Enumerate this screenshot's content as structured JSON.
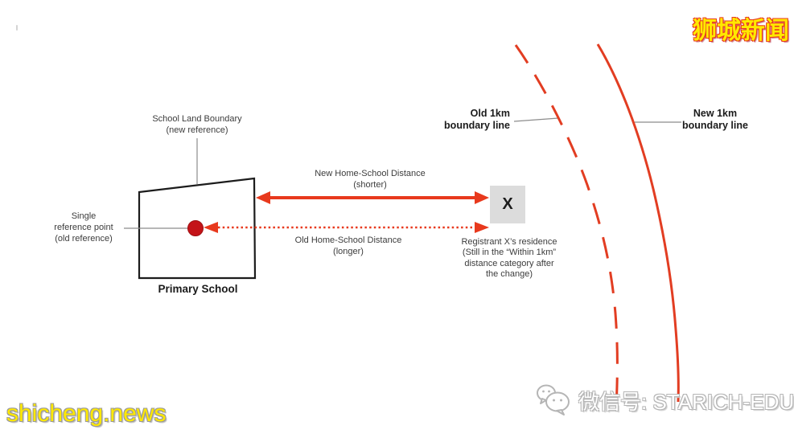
{
  "colors": {
    "accent_red": "#e8391d",
    "curve_red": "#e23d22",
    "dot_red": "#c41318",
    "line_gray": "#8c8c8c",
    "residence_box_gray": "#dcdcdc",
    "brand_yellow": "#ffe900"
  },
  "branding": {
    "site_logo_text": "狮城新闻",
    "site_watermark": "shicheng.news",
    "wechat_label": "微信号: STARICH-EDU",
    "wechat_icon": "wechat-bubbles-icon"
  },
  "diagram": {
    "school": {
      "boundary_label": "School Land Boundary\n(new reference)",
      "reference_point_label": "Single\nreference point\n(old reference)",
      "name": "Primary School"
    },
    "distances": {
      "new_label": "New Home-School Distance\n(shorter)",
      "old_label": "Old Home-School Distance\n(longer)"
    },
    "boundaries": {
      "old_label": "Old 1km\nboundary line",
      "new_label": "New 1km\nboundary line"
    },
    "residence": {
      "marker": "X",
      "caption": "Registrant X’s residence\n(Still in the “Within 1km”\ndistance category after\nthe change)"
    }
  }
}
